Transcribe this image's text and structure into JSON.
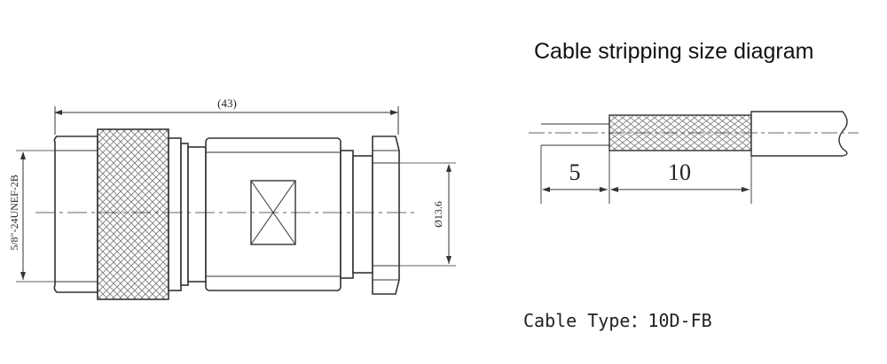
{
  "connector": {
    "overall_length_label": "(43)",
    "thread_label": "5/8\"-24UNEF-2B",
    "diameter_label": "Ø13.6"
  },
  "stripping": {
    "title": "Cable stripping size diagram",
    "dim_a": "5",
    "dim_b": "10",
    "cable_type": "Cable Type：10D-FB"
  },
  "colors": {
    "line": "#333333",
    "hatch": "#666666"
  }
}
